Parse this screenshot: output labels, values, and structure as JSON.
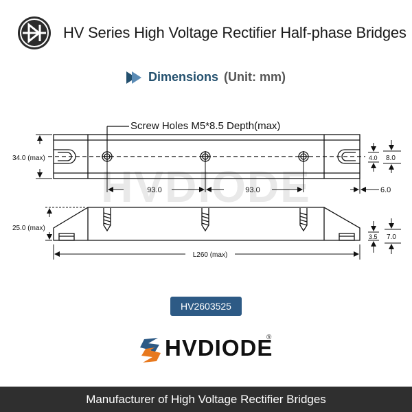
{
  "header": {
    "title": "HV Series High Voltage Rectifier Half-phase Bridges",
    "logo_icon": "diode-symbol-icon"
  },
  "dimensions": {
    "title": "Dimensions",
    "unit": "(Unit: mm)",
    "arrow_icon": "double-arrow-icon"
  },
  "drawing": {
    "callout": "Screw Holes M5*8.5 Depth(max)",
    "height_top": "34.0 (max)",
    "spacing_1": "93.0",
    "spacing_2": "93.0",
    "end_offset": "6.0",
    "hole_size": "4.0",
    "slot_size": "8.0",
    "height_side": "25.0 (max)",
    "length": "L260 (max)",
    "base_small": "3.5",
    "base_large": "7.0",
    "watermark": "HVDIODE"
  },
  "model": "HV2603525",
  "brand": {
    "name": "HVDIODE",
    "mark": "®"
  },
  "footer": {
    "text": "Manufacturer of High Voltage Rectifier Bridges"
  },
  "colors": {
    "brand_blue": "#2d5a85",
    "title_blue": "#23506e",
    "brand_orange": "#e8791e",
    "footer_bg": "#2f2f2f"
  }
}
